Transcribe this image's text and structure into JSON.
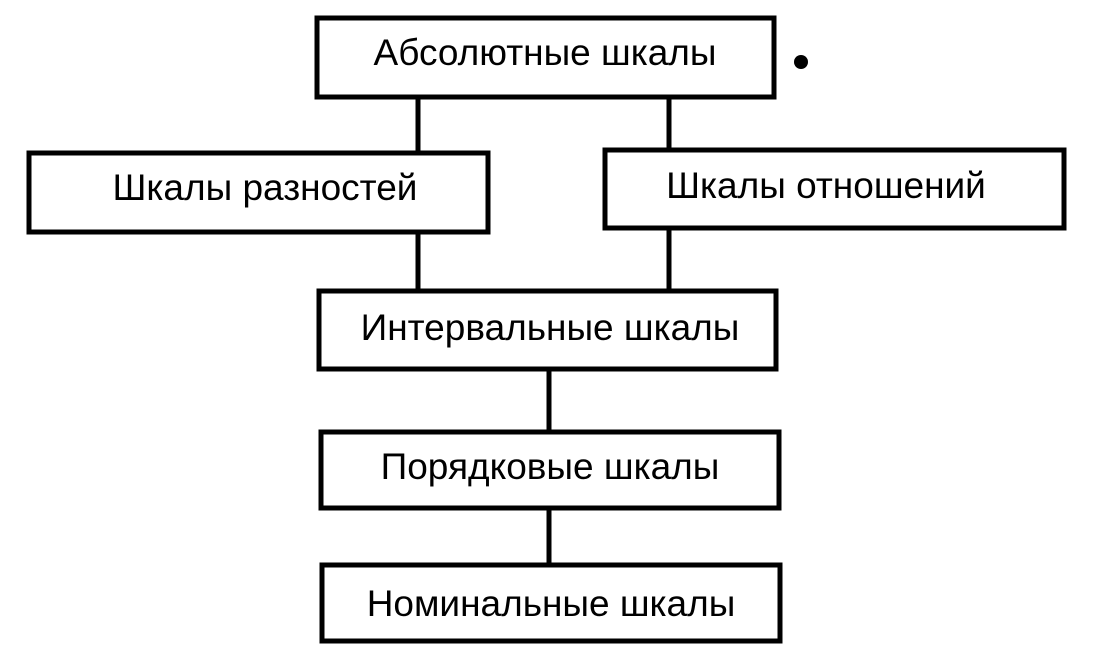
{
  "diagram": {
    "nodes": {
      "absolute": {
        "label": "Абсолютные шкалы"
      },
      "differences": {
        "label": "Шкалы разностей"
      },
      "ratios": {
        "label": "Шкалы отношений"
      },
      "interval": {
        "label": "Интервальные шкалы"
      },
      "ordinal": {
        "label": "Порядковые шкалы"
      },
      "nominal": {
        "label": "Номинальные шкалы"
      }
    },
    "edges": [
      {
        "from": "absolute",
        "to": "differences"
      },
      {
        "from": "absolute",
        "to": "ratios"
      },
      {
        "from": "differences",
        "to": "interval"
      },
      {
        "from": "ratios",
        "to": "interval"
      },
      {
        "from": "interval",
        "to": "ordinal"
      },
      {
        "from": "ordinal",
        "to": "nominal"
      }
    ]
  }
}
